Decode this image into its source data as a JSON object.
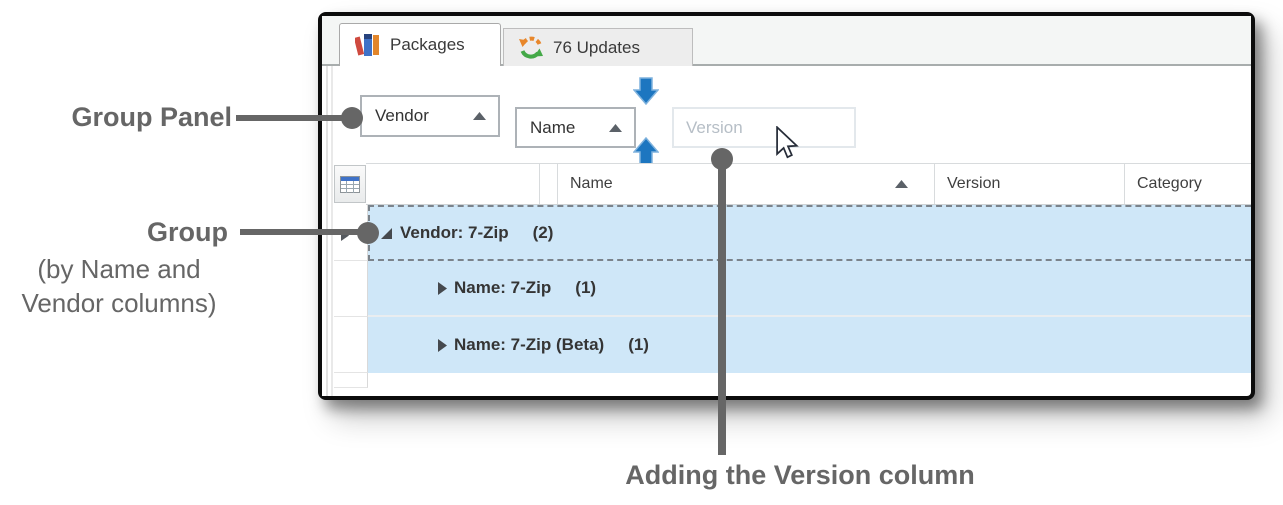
{
  "annotations": {
    "group_panel_label": "Group Panel",
    "group_label": "Group",
    "group_sublabel_line1": "(by Name and",
    "group_sublabel_line2": "Vendor columns)",
    "adding_version_label": "Adding the Version column"
  },
  "tabs": [
    {
      "label": "Packages",
      "icon": "books-icon",
      "active": true
    },
    {
      "label": "76 Updates",
      "icon": "refresh-icon",
      "active": false
    }
  ],
  "group_panel": {
    "grouped_columns": [
      {
        "label": "Vendor",
        "sort": "ascending"
      },
      {
        "label": "Name",
        "sort": "ascending"
      }
    ],
    "dragged_column": {
      "label": "Version"
    }
  },
  "column_headers": [
    {
      "label": ""
    },
    {
      "label": ""
    },
    {
      "label": "Name",
      "sort": "ascending"
    },
    {
      "label": "Version"
    },
    {
      "label": "Category"
    }
  ],
  "rows": [
    {
      "level": 1,
      "state": "expanded",
      "label": "Vendor: 7-Zip",
      "count": "(2)",
      "focused": true
    },
    {
      "level": 2,
      "state": "collapsed",
      "label": "Name: 7-Zip",
      "count": "(1)",
      "focused": false
    },
    {
      "level": 2,
      "state": "collapsed",
      "label": "Name: 7-Zip (Beta)",
      "count": "(1)",
      "focused": false
    }
  ],
  "colors": {
    "group_row_background": "#cfe7f8",
    "drop_indicator_blue": "#1d76c0",
    "annotation_gray": "#666666",
    "window_border": "#0c0c0c",
    "book_red": "#cf4a3f",
    "book_blue": "#3f72c8",
    "book_orange": "#e2862c",
    "refresh_orange": "#e8872b",
    "refresh_green": "#44a948"
  }
}
